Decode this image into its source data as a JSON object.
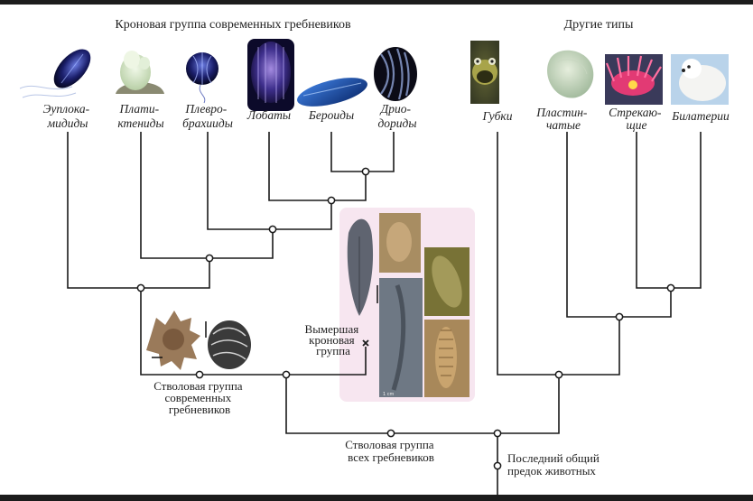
{
  "headings": {
    "crown_group": "Кроновая группа современных гребневиков",
    "other_phyla": "Другие типы"
  },
  "taxa": {
    "euplokamidae": [
      "Эуплока-",
      "мидиды"
    ],
    "platyctenida": [
      "Плати-",
      "ктениды"
    ],
    "pleurobrachiidae": [
      "Плевро-",
      "брахииды"
    ],
    "lobata": [
      "Лобаты"
    ],
    "beroida": [
      "Бероиды"
    ],
    "dryodoridae": [
      "Дрио-",
      "дориды"
    ],
    "porifera": [
      "Губки"
    ],
    "placozoa": [
      "Пластин-",
      "чатые"
    ],
    "cnidaria": [
      "Стрекаю-",
      "щие"
    ],
    "bilateria": [
      "Билатерии"
    ]
  },
  "notes": {
    "extinct_crown": [
      "Вымершая",
      "кроновая",
      "группа"
    ],
    "stem_modern": [
      "Стволовая группа",
      "современных",
      "гребневиков"
    ],
    "stem_all": [
      "Стволовая группа",
      "всех гребневиков"
    ],
    "lca": [
      "Последний общий",
      "предок животных"
    ]
  },
  "colors": {
    "background": "#ffffff",
    "frame": "#1c1c1c",
    "line": "#1a1a1a",
    "fossil_panel": "#f7e6f0"
  },
  "scale_bar_label": "1 cm"
}
